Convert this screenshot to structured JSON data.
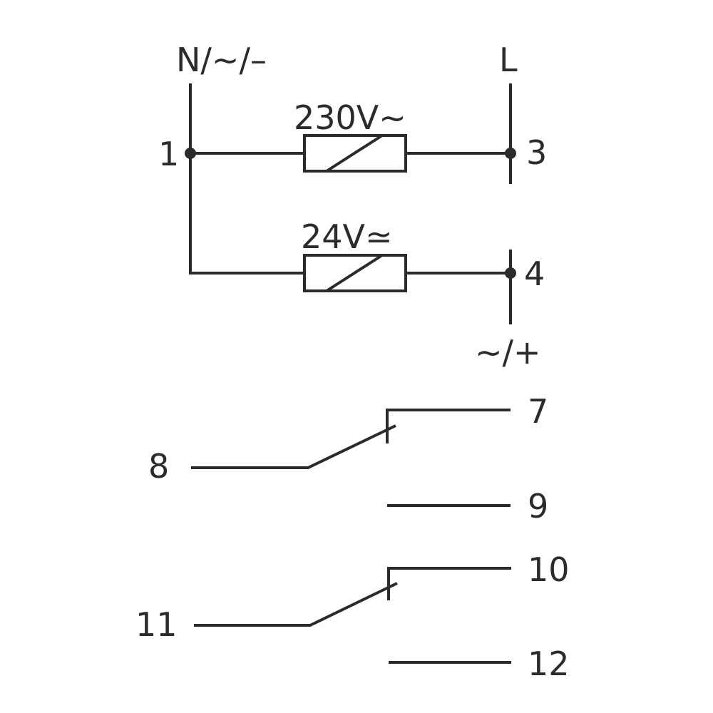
{
  "diagram": {
    "supply": {
      "neutral_label": "N/~/–",
      "line_label": "L",
      "dc_plus_label": "~/+"
    },
    "coils": [
      {
        "voltage": "230V~",
        "from_terminal": "1",
        "to_terminal": "3"
      },
      {
        "voltage": "24V≃",
        "from_terminal": "1",
        "to_terminal": "4"
      }
    ],
    "terminals": {
      "t1": "1",
      "t3": "3",
      "t4": "4",
      "t7": "7",
      "t8": "8",
      "t9": "9",
      "t10": "10",
      "t11": "11",
      "t12": "12"
    },
    "contacts": [
      {
        "common": "8",
        "closed": "7",
        "open": "9"
      },
      {
        "common": "11",
        "closed": "10",
        "open": "12"
      }
    ],
    "colors": {
      "stroke": "#2b2b2b",
      "background": "#ffffff"
    }
  }
}
